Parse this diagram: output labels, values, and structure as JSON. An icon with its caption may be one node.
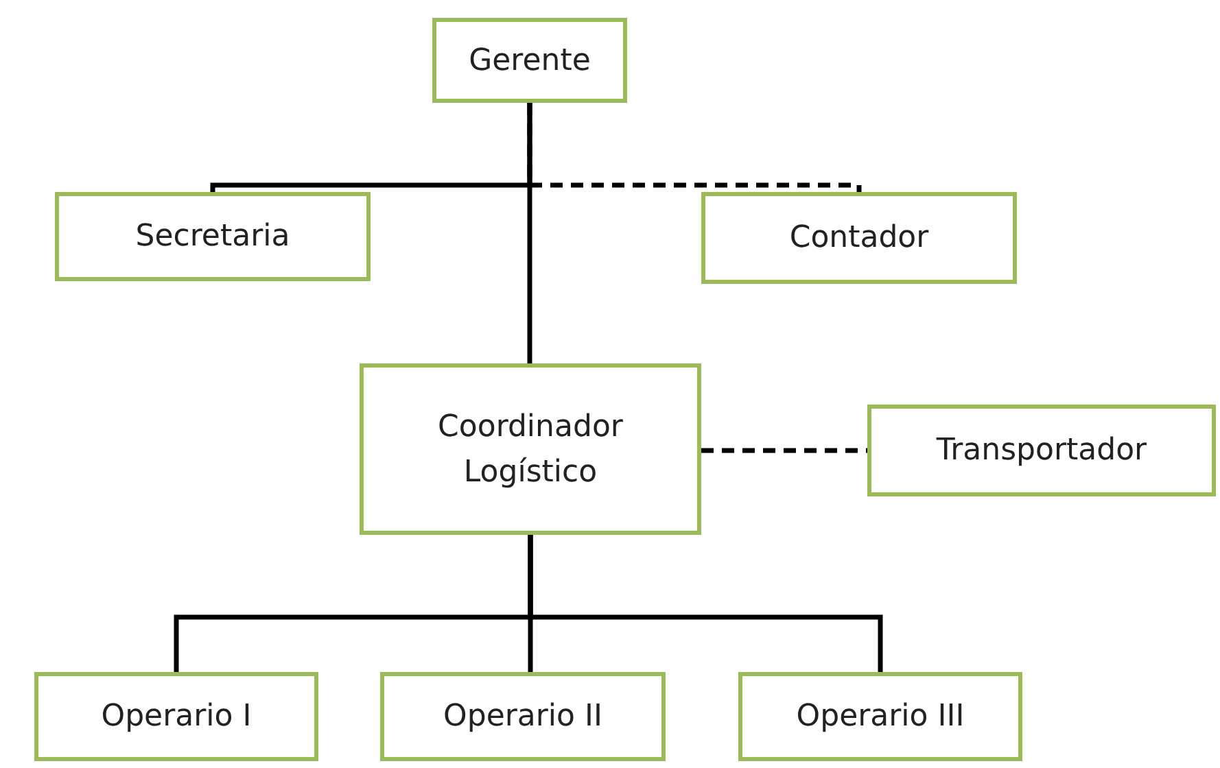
{
  "diagram": {
    "nodes": [
      {
        "text": [
          "Gerente"
        ]
      },
      {
        "text": [
          "Secretaria"
        ]
      },
      {
        "text": [
          "Contador"
        ]
      },
      {
        "text": [
          "Coordinador Logístico"
        ]
      },
      {
        "text": [
          "Transportador"
        ]
      },
      {
        "text": [
          "Operario I"
        ]
      },
      {
        "text": [
          "Operario II"
        ]
      },
      {
        "text": [
          "Operario III"
        ]
      }
    ],
    "edges": [
      {
        "from": 0,
        "to": 1,
        "arrow": "none"
      },
      {
        "from": 0,
        "to": 2,
        "arrow": "none",
        "style": "dashed"
      },
      {
        "from": 0,
        "to": 3,
        "arrow": "none"
      },
      {
        "from": 3,
        "to": 4,
        "arrow": "none",
        "style": "dashed"
      },
      {
        "from": 3,
        "to": 5,
        "arrow": "none"
      },
      {
        "from": 3,
        "to": 6,
        "arrow": "none"
      },
      {
        "from": 3,
        "to": 7,
        "arrow": "none"
      }
    ]
  }
}
